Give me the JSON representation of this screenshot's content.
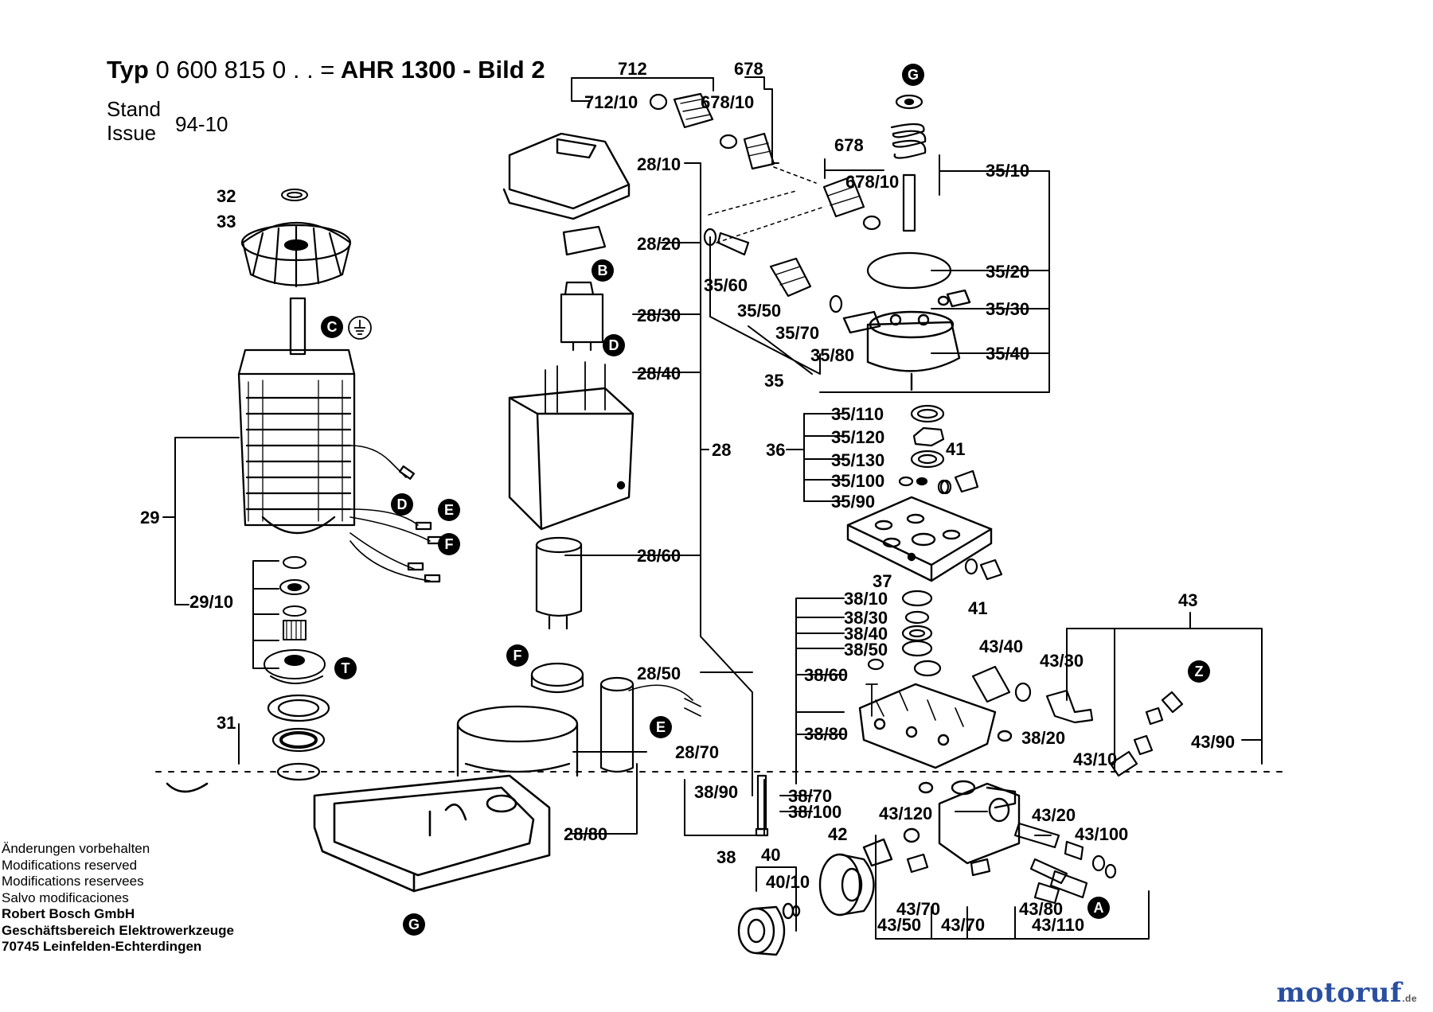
{
  "title": {
    "prefix": "Typ",
    "number": "0 600 815",
    "suffix": "0 . . =",
    "model": "AHR 1300 - Bild 2"
  },
  "stand": {
    "label_de": "Stand",
    "label_en": "Issue",
    "value": "94-10"
  },
  "parts": {
    "p712": "712",
    "p712_10": "712/10",
    "p678a": "678",
    "p678_10a": "678/10",
    "p678b": "678",
    "p678_10b": "678/10",
    "p35_10": "35/10",
    "p35_20": "35/20",
    "p35_30": "35/30",
    "p35_40": "35/40",
    "p35_60": "35/60",
    "p35_50": "35/50",
    "p35_70": "35/70",
    "p35_80": "35/80",
    "p35": "35",
    "p35_110": "35/110",
    "p35_120": "35/120",
    "p35_130": "35/130",
    "p35_100": "35/100",
    "p35_90": "35/90",
    "p36": "36",
    "p41a": "41",
    "p41b": "41",
    "p37": "37",
    "p28_10": "28/10",
    "p28_20": "28/20",
    "p28_30": "28/30",
    "p28_40": "28/40",
    "p28": "28",
    "p28_60": "28/60",
    "p28_50": "28/50",
    "p28_70": "28/70",
    "p28_80": "28/80",
    "p32": "32",
    "p33": "33",
    "p29": "29",
    "p29_10": "29/10",
    "p31": "31",
    "p38_10": "38/10",
    "p38_30": "38/30",
    "p38_40": "38/40",
    "p38_50": "38/50",
    "p38_60": "38/60",
    "p38_80": "38/80",
    "p38_20": "38/20",
    "p38_90": "38/90",
    "p38_70": "38/70",
    "p38_100": "38/100",
    "p38": "38",
    "p43": "43",
    "p43_40": "43/40",
    "p43_30": "43/30",
    "p43_10": "43/10",
    "p43_90": "43/90",
    "p43_120": "43/120",
    "p43_20": "43/20",
    "p43_100": "43/100",
    "p43_70a": "43/70",
    "p43_80": "43/80",
    "p43_50": "43/50",
    "p43_70b": "43/70",
    "p43_110": "43/110",
    "p42": "42",
    "p40": "40",
    "p40_10": "40/10"
  },
  "badges": {
    "g_top": "G",
    "b": "B",
    "d_mid": "D",
    "c": "C",
    "d_left": "D",
    "e_left": "E",
    "f_left": "F",
    "t": "T",
    "f_bottom": "F",
    "e_bottom": "E",
    "z": "Z",
    "a": "A",
    "g_bottom": "G"
  },
  "footer": {
    "line1": "Änderungen vorbehalten",
    "line2": "Modifications reserved",
    "line3": "Modifications reservees",
    "line4": "Salvo modificaciones",
    "line5": "Robert Bosch GmbH",
    "line6": "Geschäftsbereich Elektrowerkzeuge",
    "line7": "70745 Leinfelden-Echterdingen"
  },
  "brand": {
    "name_main": "motoruf",
    "tld": ".de"
  },
  "colors": {
    "ink": "#000000",
    "paper": "#ffffff",
    "brand_blue": "#2a4fa0",
    "brand_orange": "#d9822b"
  }
}
